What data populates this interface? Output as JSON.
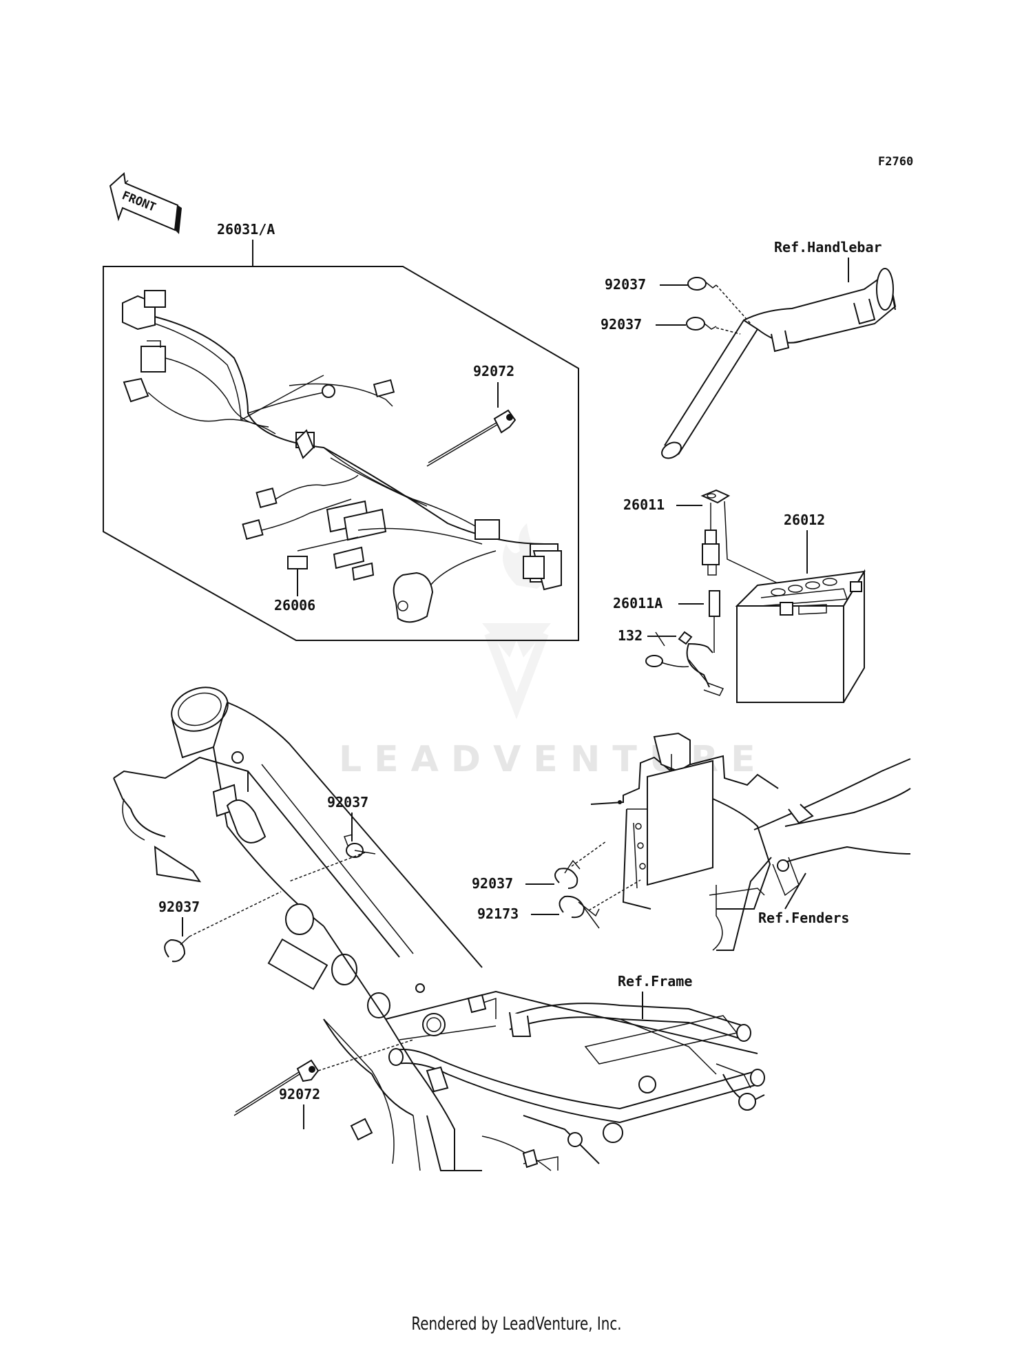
{
  "diagram": {
    "code": "F2760",
    "front_label": "FRONT",
    "watermark": "LEADVENTURE",
    "parts": [
      {
        "id": "harness",
        "label": "26031/A"
      },
      {
        "id": "band-harness",
        "label": "92072"
      },
      {
        "id": "fuse",
        "label": "26006"
      },
      {
        "id": "clamp-handlebar-1",
        "label": "92037"
      },
      {
        "id": "clamp-handlebar-2",
        "label": "92037"
      },
      {
        "id": "lead-battery-plus",
        "label": "26011"
      },
      {
        "id": "lead-battery-minus",
        "label": "26011A"
      },
      {
        "id": "bolt",
        "label": "132"
      },
      {
        "id": "battery",
        "label": "26012"
      },
      {
        "id": "clamp-frame-1",
        "label": "92037"
      },
      {
        "id": "clamp-frame-2",
        "label": "92037"
      },
      {
        "id": "clamp-fender",
        "label": "92037"
      },
      {
        "id": "clamp-fender-2",
        "label": "92173"
      },
      {
        "id": "band-frame",
        "label": "92072"
      }
    ],
    "references": {
      "handlebar": "Ref.Handlebar",
      "fenders": "Ref.Fenders",
      "frame": "Ref.Frame"
    }
  },
  "footer": "Rendered by LeadVenture, Inc."
}
